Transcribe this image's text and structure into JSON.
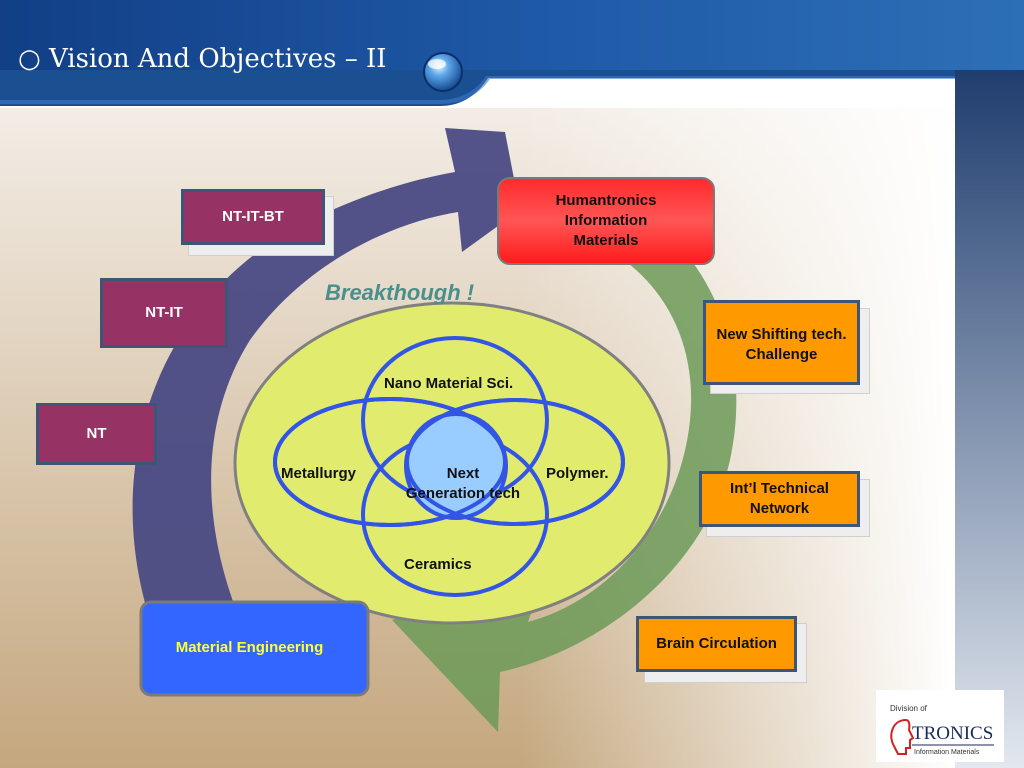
{
  "slide": {
    "title": "○ Vision And Objectives – II"
  },
  "diagram": {
    "breakthrough_label": "Breakthough !",
    "tech_levels": [
      "NT-IT-BT",
      "NT-IT",
      "NT"
    ],
    "goal_box": [
      "Humantronics",
      "Information",
      "Materials"
    ],
    "base_box": "Material Engineering",
    "circles": {
      "top": "Nano Material Sci.",
      "left": "Metallurgy",
      "right": "Polymer.",
      "bottom": "Ceramics",
      "center": [
        "Next",
        "Generation tech"
      ]
    },
    "strategies": [
      [
        "New Shifting tech.",
        "Challenge"
      ],
      [
        "Int’l Technical",
        "Network"
      ],
      [
        "Brain Circulation"
      ]
    ]
  },
  "logo": {
    "division": "Division of",
    "name": "TRONICS",
    "subtitle": "Information Materials"
  },
  "colors": {
    "header_blue": "#1a4f92",
    "maroon": "#963264",
    "orange": "#ff9900",
    "red_gradient_top": "#ff2a2a",
    "blue_box": "#3366ff",
    "yellow_ellipse": "#e1ec6f",
    "circle_stroke": "#3355e6",
    "center_fill": "#99ccff"
  }
}
